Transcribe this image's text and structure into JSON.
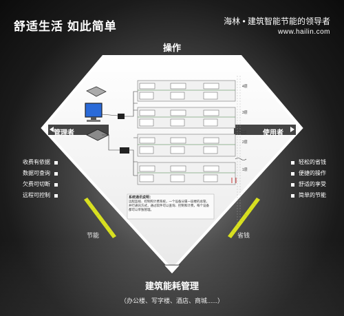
{
  "header": {
    "tagline": "舒适生活  如此简单",
    "brand_slogan": "海林 • 建筑智能节能的领导者",
    "brand_url": "www.hailin.com"
  },
  "diamond": {
    "top_label": "操作",
    "left_label": "管理者",
    "right_label": "使用者",
    "bottom_title": "建筑能耗管理",
    "bottom_subtitle": "（办公楼、写字楼、酒店、商城......）"
  },
  "left_features": [
    "收费有依据",
    "数据可查询",
    "欠费可切断",
    "远程可控制"
  ],
  "right_features": [
    "轻松的省钱",
    "便捷的操作",
    "舒适的享受",
    "简单的节能"
  ],
  "arrows": {
    "left_label": "节能",
    "right_label": "省钱"
  },
  "system_diagram": {
    "floor_labels": [
      "4层",
      "3层",
      "2层",
      "1层"
    ],
    "caption_title": "系统通讯说明：",
    "caption_text": "远程监视、控制和计费系统，一个设备分属一层楼的总管，并行通讯方式，通过软件可以查询、控制和计费，每个设备都可以单独管理。"
  },
  "colors": {
    "arrow_yellow": "#d8e020",
    "frame_white": "#ffffff",
    "diamond_fill": "#f4f4f4"
  }
}
